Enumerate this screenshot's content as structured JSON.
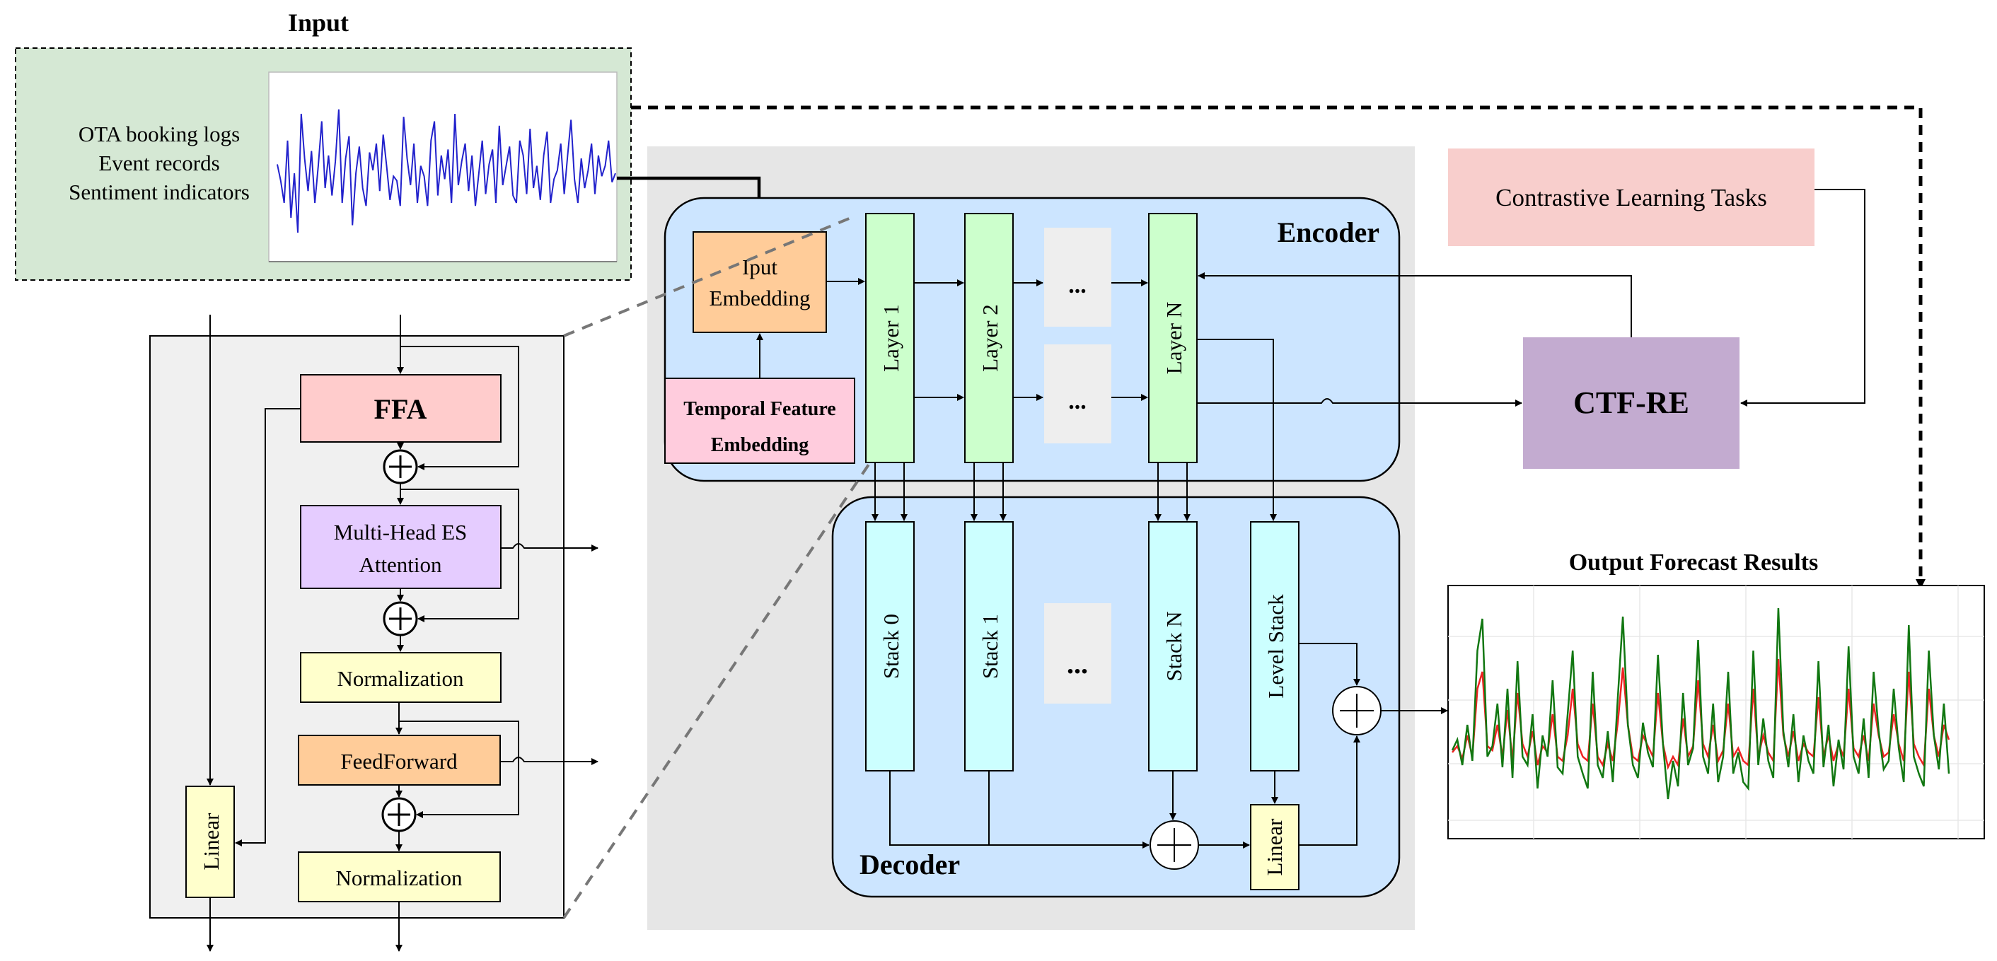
{
  "input": {
    "title": "Input",
    "sources": [
      "OTA booking logs",
      "Event records",
      "Sentiment indicators"
    ]
  },
  "encoder": {
    "title": "Encoder",
    "input_embedding": [
      "Iput",
      "Embedding"
    ],
    "temporal_embedding": [
      "Temporal Feature",
      "Embedding"
    ],
    "layers": [
      "Layer 1",
      "Layer 2",
      "Layer N"
    ],
    "ellipsis": "..."
  },
  "decoder": {
    "title": "Decoder",
    "stacks": [
      "Stack 0",
      "Stack 1",
      "Stack N",
      "Level Stack"
    ],
    "linear": "Linear",
    "ellipsis": "..."
  },
  "ctf_re": "CTF-RE",
  "contrastive": "Contrastive Learning Tasks",
  "output": {
    "title": "Output Forecast Results"
  },
  "block": {
    "ffa": "FFA",
    "attention": [
      "Multi-Head ES",
      "Attention"
    ],
    "norm1": "Normalization",
    "feedforward": "FeedForward",
    "norm2": "Normalization",
    "linear": "Linear"
  },
  "colors": {
    "input_bg": "#d5e8d4",
    "panel_gray": "#e6e6e6",
    "block_gray": "#f0f0f0",
    "blue_panel": "#cce5ff",
    "orange": "#ffcc99",
    "pink": "#ffccdd",
    "green_layer": "#ccffcc",
    "cyan_stack": "#ccffff",
    "yellow": "#ffffcc",
    "purple": "#c3abd0",
    "lavender": "#e5ccff",
    "ffa_red": "#ffcccc",
    "contrastive_bg": "#f8cecc",
    "input_series": "#2222cc",
    "forecast_red": "#ee2222",
    "forecast_green": "#117711"
  },
  "chart_data": [
    {
      "type": "line",
      "series": [
        {
          "values": [
            0.56,
            0.45,
            0.3,
            0.72,
            0.2,
            0.5,
            0.1,
            0.9,
            0.6,
            0.38,
            0.65,
            0.3,
            0.55,
            0.85,
            0.4,
            0.62,
            0.35,
            0.58,
            0.93,
            0.3,
            0.6,
            0.75,
            0.15,
            0.5,
            0.68,
            0.4,
            0.28,
            0.64,
            0.52,
            0.7,
            0.38,
            0.76,
            0.55,
            0.32,
            0.48,
            0.45,
            0.28,
            0.88,
            0.6,
            0.42,
            0.7,
            0.3,
            0.55,
            0.48,
            0.28,
            0.72,
            0.85,
            0.35,
            0.62,
            0.46,
            0.66,
            0.3,
            0.9,
            0.42,
            0.58,
            0.7,
            0.38,
            0.62,
            0.28,
            0.5,
            0.72,
            0.36,
            0.56,
            0.66,
            0.3,
            0.82,
            0.42,
            0.55,
            0.68,
            0.35,
            0.3,
            0.72,
            0.62,
            0.36,
            0.8,
            0.4,
            0.55,
            0.32,
            0.62,
            0.78,
            0.3,
            0.46,
            0.52,
            0.7,
            0.36,
            0.62,
            0.86,
            0.46,
            0.3,
            0.6,
            0.4,
            0.52,
            0.7,
            0.36,
            0.62,
            0.48,
            0.55,
            0.72,
            0.44,
            0.5
          ]
        }
      ]
    },
    {
      "type": "line",
      "series": [
        {
          "values": [
            0.32,
            0.35,
            0.29,
            0.4,
            0.3,
            0.62,
            0.7,
            0.35,
            0.33,
            0.45,
            0.3,
            0.52,
            0.28,
            0.6,
            0.36,
            0.3,
            0.42,
            0.26,
            0.35,
            0.32,
            0.5,
            0.3,
            0.28,
            0.4,
            0.62,
            0.36,
            0.3,
            0.28,
            0.55,
            0.3,
            0.26,
            0.36,
            0.28,
            0.46,
            0.72,
            0.45,
            0.3,
            0.28,
            0.4,
            0.35,
            0.3,
            0.6,
            0.36,
            0.25,
            0.3,
            0.26,
            0.48,
            0.3,
            0.35,
            0.66,
            0.36,
            0.3,
            0.45,
            0.28,
            0.33,
            0.55,
            0.3,
            0.34,
            0.28,
            0.26,
            0.62,
            0.3,
            0.4,
            0.32,
            0.28,
            0.76,
            0.4,
            0.3,
            0.42,
            0.28,
            0.36,
            0.32,
            0.3,
            0.58,
            0.3,
            0.4,
            0.28,
            0.36,
            0.3,
            0.62,
            0.34,
            0.3,
            0.4,
            0.28,
            0.55,
            0.4,
            0.3,
            0.32,
            0.5,
            0.36,
            0.28,
            0.7,
            0.36,
            0.3,
            0.26,
            0.62,
            0.4,
            0.3,
            0.45,
            0.38
          ]
        },
        {
          "values": [
            0.33,
            0.38,
            0.26,
            0.45,
            0.28,
            0.8,
            0.95,
            0.3,
            0.35,
            0.55,
            0.25,
            0.62,
            0.2,
            0.75,
            0.3,
            0.26,
            0.5,
            0.15,
            0.4,
            0.3,
            0.66,
            0.25,
            0.22,
            0.5,
            0.8,
            0.3,
            0.22,
            0.15,
            0.7,
            0.26,
            0.2,
            0.42,
            0.18,
            0.58,
            0.96,
            0.45,
            0.26,
            0.2,
            0.46,
            0.32,
            0.25,
            0.78,
            0.36,
            0.1,
            0.28,
            0.16,
            0.6,
            0.26,
            0.34,
            0.85,
            0.3,
            0.22,
            0.55,
            0.18,
            0.3,
            0.7,
            0.22,
            0.32,
            0.18,
            0.15,
            0.8,
            0.26,
            0.48,
            0.28,
            0.2,
            1.0,
            0.42,
            0.25,
            0.5,
            0.18,
            0.4,
            0.28,
            0.22,
            0.75,
            0.25,
            0.45,
            0.16,
            0.38,
            0.24,
            0.82,
            0.3,
            0.22,
            0.48,
            0.2,
            0.7,
            0.42,
            0.24,
            0.28,
            0.62,
            0.34,
            0.18,
            0.92,
            0.3,
            0.22,
            0.16,
            0.8,
            0.4,
            0.24,
            0.55,
            0.22
          ]
        }
      ]
    }
  ]
}
